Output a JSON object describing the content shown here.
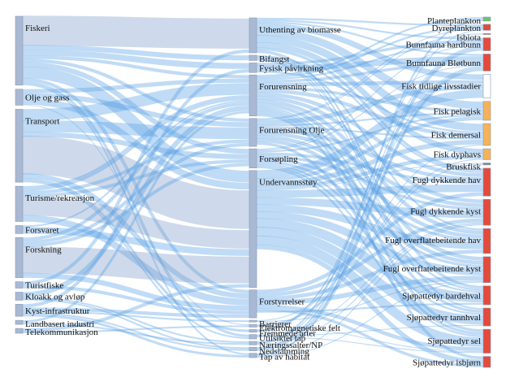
{
  "colors": {
    "link": "#5aa0e6",
    "link_major": "#7e9fcb",
    "source_node": "#a9b9d3",
    "middle_node": "#a9b9d3",
    "target_empty": "#ffffff",
    "target_green": "#6ac46a",
    "target_red": "#e34a3b",
    "target_orange": "#f5b25a",
    "target_gray": "#888888"
  },
  "sources": [
    {
      "id": "s0",
      "label": "Fiskeri"
    },
    {
      "id": "s1",
      "label": "Olje og gass"
    },
    {
      "id": "s2",
      "label": "Transport"
    },
    {
      "id": "s3",
      "label": "Turisme/rekreasjon"
    },
    {
      "id": "s4",
      "label": "Forsvaret"
    },
    {
      "id": "s5",
      "label": "Forskning"
    },
    {
      "id": "s6",
      "label": "Turistfiske"
    },
    {
      "id": "s7",
      "label": "Kloakk og avløp"
    },
    {
      "id": "s8",
      "label": "Kyst-infrastruktur"
    },
    {
      "id": "s9",
      "label": "Landbasert industri"
    },
    {
      "id": "s10",
      "label": "Telekommunikasjon"
    }
  ],
  "pressures": [
    {
      "id": "p0",
      "label": "Uthenting av biomasse"
    },
    {
      "id": "p1",
      "label": "Bifangst"
    },
    {
      "id": "p2",
      "label": "Fysisk påvirkning"
    },
    {
      "id": "p3",
      "label": "Forurensning"
    },
    {
      "id": "p4",
      "label": "Forurensning Olje"
    },
    {
      "id": "p5",
      "label": "Forsøpling"
    },
    {
      "id": "p6",
      "label": "Undervannsstøy"
    },
    {
      "id": "p7",
      "label": "Forstyrrelser"
    },
    {
      "id": "p8",
      "label": "Barrierer"
    },
    {
      "id": "p9",
      "label": "Elektromagnetiske felt"
    },
    {
      "id": "p10",
      "label": "Fremmede arter"
    },
    {
      "id": "p11",
      "label": "Utilsiktet tap"
    },
    {
      "id": "p12",
      "label": "Næringssalter/NP"
    },
    {
      "id": "p13",
      "label": "Nedslamming"
    },
    {
      "id": "p14",
      "label": "Tap av habitat"
    }
  ],
  "targets": [
    {
      "id": "t0",
      "label": "Planteplankton",
      "color": "green"
    },
    {
      "id": "t1",
      "label": "Dyreplankton",
      "color": "red"
    },
    {
      "id": "t2",
      "label": "Isbiota",
      "color": "red"
    },
    {
      "id": "t3",
      "label": "Bunnfauna hardbunn",
      "color": "red"
    },
    {
      "id": "t4",
      "label": "Bunnfauna Bløtbunn",
      "color": "red"
    },
    {
      "id": "t5",
      "label": "Fisk tidlige livsstadier",
      "color": "empty"
    },
    {
      "id": "t6",
      "label": "Fisk pelagisk",
      "color": "orange"
    },
    {
      "id": "t7",
      "label": "Fisk demersal",
      "color": "orange"
    },
    {
      "id": "t8",
      "label": "Fisk dyphavs",
      "color": "orange"
    },
    {
      "id": "t9",
      "label": "Bruskfisk",
      "color": "gray"
    },
    {
      "id": "t10",
      "label": "Fugl dykkende hav",
      "color": "red"
    },
    {
      "id": "t11",
      "label": "Fugl dykkende kyst",
      "color": "red"
    },
    {
      "id": "t12",
      "label": "Fugl overflatebeitende hav",
      "color": "red"
    },
    {
      "id": "t13",
      "label": "Fugl overflatebeitende kyst",
      "color": "red"
    },
    {
      "id": "t14",
      "label": "Sjøpattedyr bardehval",
      "color": "red"
    },
    {
      "id": "t15",
      "label": "Sjøpattedyr tannhval",
      "color": "red"
    },
    {
      "id": "t16",
      "label": "Sjøpattedyr sel",
      "color": "red"
    },
    {
      "id": "t17",
      "label": "Sjøpattedyr isbjørn",
      "color": "red"
    }
  ],
  "links_sp": [
    [
      "s0",
      "p0",
      36
    ],
    [
      "s0",
      "p1",
      6
    ],
    [
      "s0",
      "p2",
      7
    ],
    [
      "s0",
      "p3",
      4
    ],
    [
      "s0",
      "p4",
      4
    ],
    [
      "s0",
      "p5",
      6
    ],
    [
      "s0",
      "p6",
      14
    ],
    [
      "s0",
      "p7",
      4
    ],
    [
      "s0",
      "p11",
      3
    ],
    [
      "s0",
      "p14",
      2
    ],
    [
      "s1",
      "p3",
      5
    ],
    [
      "s1",
      "p4",
      6
    ],
    [
      "s1",
      "p6",
      8
    ],
    [
      "s1",
      "p9",
      1
    ],
    [
      "s2",
      "p3",
      14
    ],
    [
      "s2",
      "p4",
      14
    ],
    [
      "s2",
      "p5",
      6
    ],
    [
      "s2",
      "p6",
      46
    ],
    [
      "s2",
      "p7",
      6
    ],
    [
      "s2",
      "p10",
      3
    ],
    [
      "s2",
      "p11",
      2
    ],
    [
      "s3",
      "p3",
      6
    ],
    [
      "s3",
      "p4",
      4
    ],
    [
      "s3",
      "p5",
      4
    ],
    [
      "s3",
      "p6",
      22
    ],
    [
      "s3",
      "p7",
      8
    ],
    [
      "s4",
      "p3",
      2
    ],
    [
      "s4",
      "p6",
      8
    ],
    [
      "s5",
      "p3",
      4
    ],
    [
      "s5",
      "p4",
      4
    ],
    [
      "s5",
      "p5",
      4
    ],
    [
      "s5",
      "p6",
      32
    ],
    [
      "s5",
      "p7",
      6
    ],
    [
      "s6",
      "p0",
      4
    ],
    [
      "s6",
      "p7",
      4
    ],
    [
      "s7",
      "p3",
      6
    ],
    [
      "s7",
      "p12",
      2
    ],
    [
      "s7",
      "p13",
      2
    ],
    [
      "s8",
      "p2",
      4
    ],
    [
      "s8",
      "p7",
      4
    ],
    [
      "s8",
      "p8",
      2
    ],
    [
      "s8",
      "p13",
      2
    ],
    [
      "s8",
      "p14",
      3
    ],
    [
      "s9",
      "p3",
      3
    ],
    [
      "s9",
      "p12",
      2
    ],
    [
      "s10",
      "p6",
      4
    ],
    [
      "s10",
      "p9",
      2
    ]
  ],
  "links_pt": [
    [
      "p0",
      "t1",
      2
    ],
    [
      "p0",
      "t3",
      2
    ],
    [
      "p0",
      "t4",
      2
    ],
    [
      "p0",
      "t5",
      6
    ],
    [
      "p0",
      "t6",
      8
    ],
    [
      "p0",
      "t7",
      8
    ],
    [
      "p0",
      "t8",
      6
    ],
    [
      "p0",
      "t10",
      3
    ],
    [
      "p0",
      "t14",
      2
    ],
    [
      "p0",
      "t15",
      1
    ],
    [
      "p1",
      "t10",
      2
    ],
    [
      "p1",
      "t12",
      2
    ],
    [
      "p1",
      "t14",
      1
    ],
    [
      "p1",
      "t15",
      1
    ],
    [
      "p2",
      "t3",
      3
    ],
    [
      "p2",
      "t4",
      6
    ],
    [
      "p2",
      "t7",
      2
    ],
    [
      "p3",
      "t0",
      2
    ],
    [
      "p3",
      "t1",
      2
    ],
    [
      "p3",
      "t3",
      2
    ],
    [
      "p3",
      "t4",
      3
    ],
    [
      "p3",
      "t5",
      4
    ],
    [
      "p3",
      "t6",
      3
    ],
    [
      "p3",
      "t7",
      4
    ],
    [
      "p3",
      "t10",
      4
    ],
    [
      "p3",
      "t11",
      4
    ],
    [
      "p3",
      "t12",
      4
    ],
    [
      "p3",
      "t13",
      4
    ],
    [
      "p3",
      "t14",
      2
    ],
    [
      "p3",
      "t15",
      3
    ],
    [
      "p3",
      "t16",
      3
    ],
    [
      "p3",
      "t17",
      3
    ],
    [
      "p4",
      "t1",
      1
    ],
    [
      "p4",
      "t2",
      1
    ],
    [
      "p4",
      "t5",
      5
    ],
    [
      "p4",
      "t6",
      2
    ],
    [
      "p4",
      "t7",
      2
    ],
    [
      "p4",
      "t10",
      4
    ],
    [
      "p4",
      "t11",
      4
    ],
    [
      "p4",
      "t12",
      4
    ],
    [
      "p4",
      "t13",
      4
    ],
    [
      "p4",
      "t16",
      3
    ],
    [
      "p5",
      "t3",
      1
    ],
    [
      "p5",
      "t4",
      1
    ],
    [
      "p5",
      "t6",
      2
    ],
    [
      "p5",
      "t10",
      3
    ],
    [
      "p5",
      "t11",
      3
    ],
    [
      "p5",
      "t12",
      3
    ],
    [
      "p5",
      "t13",
      3
    ],
    [
      "p5",
      "t14",
      2
    ],
    [
      "p5",
      "t15",
      2
    ],
    [
      "p5",
      "t16",
      2
    ],
    [
      "p6",
      "t5",
      9
    ],
    [
      "p6",
      "t6",
      4
    ],
    [
      "p6",
      "t7",
      5
    ],
    [
      "p6",
      "t8",
      4
    ],
    [
      "p6",
      "t9",
      1
    ],
    [
      "p6",
      "t10",
      8
    ],
    [
      "p6",
      "t11",
      8
    ],
    [
      "p6",
      "t12",
      8
    ],
    [
      "p6",
      "t13",
      8
    ],
    [
      "p6",
      "t14",
      10
    ],
    [
      "p6",
      "t15",
      10
    ],
    [
      "p6",
      "t16",
      10
    ],
    [
      "p6",
      "t17",
      5
    ],
    [
      "p7",
      "t10",
      4
    ],
    [
      "p7",
      "t11",
      4
    ],
    [
      "p7",
      "t12",
      4
    ],
    [
      "p7",
      "t13",
      5
    ],
    [
      "p7",
      "t16",
      4
    ],
    [
      "p7",
      "t17",
      3
    ],
    [
      "p7",
      "t14",
      2
    ],
    [
      "p8",
      "t7",
      1
    ],
    [
      "p8",
      "t13",
      1
    ],
    [
      "p9",
      "t8",
      1
    ],
    [
      "p9",
      "t9",
      1
    ],
    [
      "p9",
      "t16",
      1
    ],
    [
      "p10",
      "t3",
      1
    ],
    [
      "p10",
      "t4",
      1
    ],
    [
      "p10",
      "t1",
      1
    ],
    [
      "p11",
      "t11",
      1
    ],
    [
      "p11",
      "t15",
      1
    ],
    [
      "p11",
      "t16",
      1
    ],
    [
      "p12",
      "t0",
      2
    ],
    [
      "p12",
      "t3",
      1
    ],
    [
      "p12",
      "t11",
      1
    ],
    [
      "p13",
      "t3",
      2
    ],
    [
      "p13",
      "t4",
      2
    ],
    [
      "p14",
      "t4",
      2
    ],
    [
      "p14",
      "t3",
      1
    ],
    [
      "p14",
      "t11",
      1
    ],
    [
      "p14",
      "t13",
      1
    ]
  ]
}
